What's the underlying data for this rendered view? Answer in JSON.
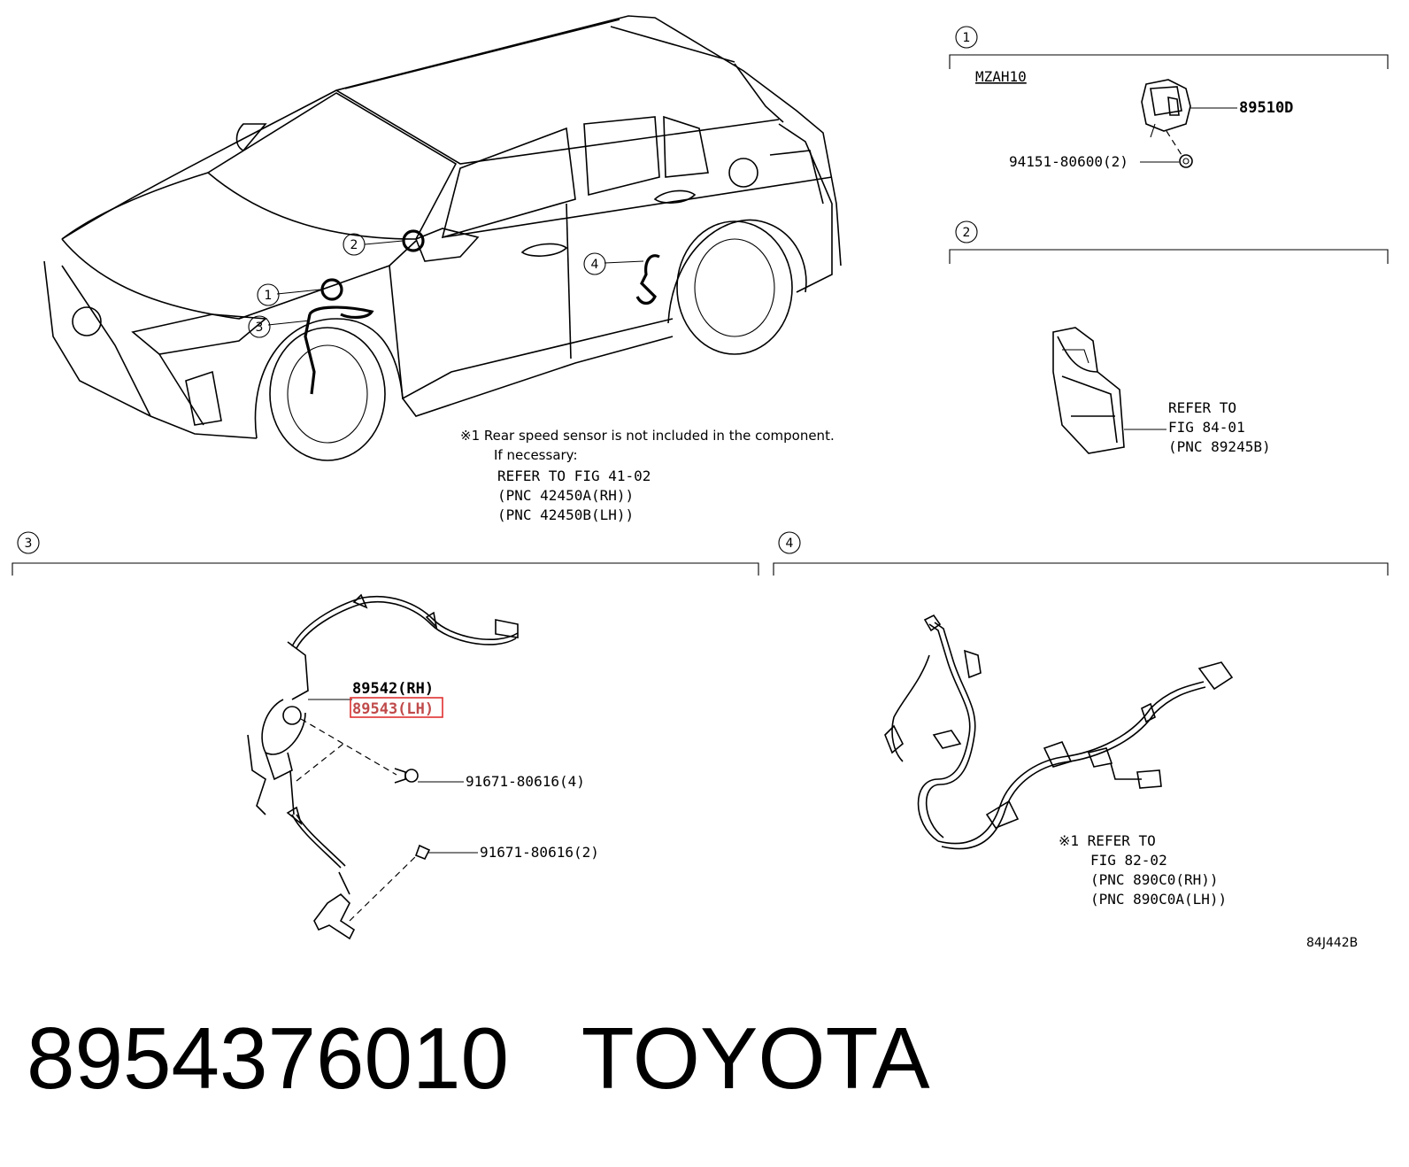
{
  "callouts": [
    "1",
    "2",
    "3",
    "4"
  ],
  "section1": {
    "model": "MZAH10",
    "part_main": "89510D",
    "part_nut": "94151-80600(2)"
  },
  "section2": {
    "ref_line1": "REFER TO",
    "ref_line2": "FIG 84-01",
    "ref_line3": "(PNC 89245B)"
  },
  "main_note": {
    "line1": "※1 Rear speed sensor is not included in the component.",
    "line2": "If necessary:",
    "line3": "REFER TO FIG 41-02",
    "line4": "(PNC 42450A(RH))",
    "line5": "(PNC 42450B(LH))"
  },
  "section3": {
    "part_rh": "89542(RH)",
    "part_lh": "89543(LH)",
    "bolt_a": "91671-80616(4)",
    "bolt_b": "91671-80616(2)"
  },
  "section4": {
    "ref_line1": "※1 REFER TO",
    "ref_line2": "FIG 82-02",
    "ref_line3": "(PNC 890C0(RH))",
    "ref_line4": "(PNC 890C0A(LH))"
  },
  "illustration_code": "84J442B",
  "footer": {
    "part_number": "8954376010",
    "brand": "TOYOTA"
  },
  "colors": {
    "line": "#000000",
    "highlight": "#e03030",
    "background": "#ffffff"
  }
}
